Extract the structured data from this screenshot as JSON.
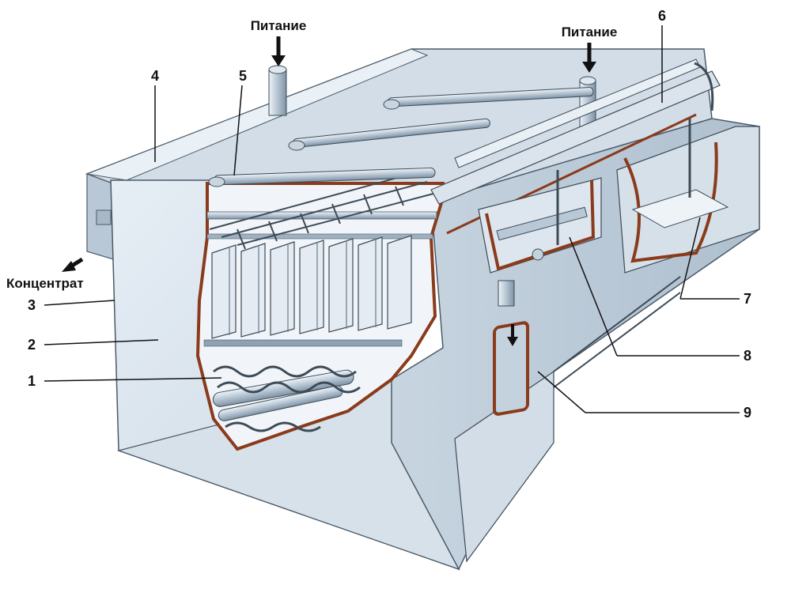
{
  "labels": {
    "feed_left": "Питание",
    "feed_right": "Питание",
    "concentrate": "Концентрат",
    "n1": "1",
    "n2": "2",
    "n3": "3",
    "n4": "4",
    "n5": "5",
    "n6": "6",
    "n7": "7",
    "n8": "8",
    "n9": "9"
  },
  "colors": {
    "steel_light": "#dfe8f0",
    "steel_mid": "#c4d2de",
    "steel_dark": "#9fb1c1",
    "cutaway_edge": "#8a3b1c",
    "outline": "#4a5a68"
  }
}
